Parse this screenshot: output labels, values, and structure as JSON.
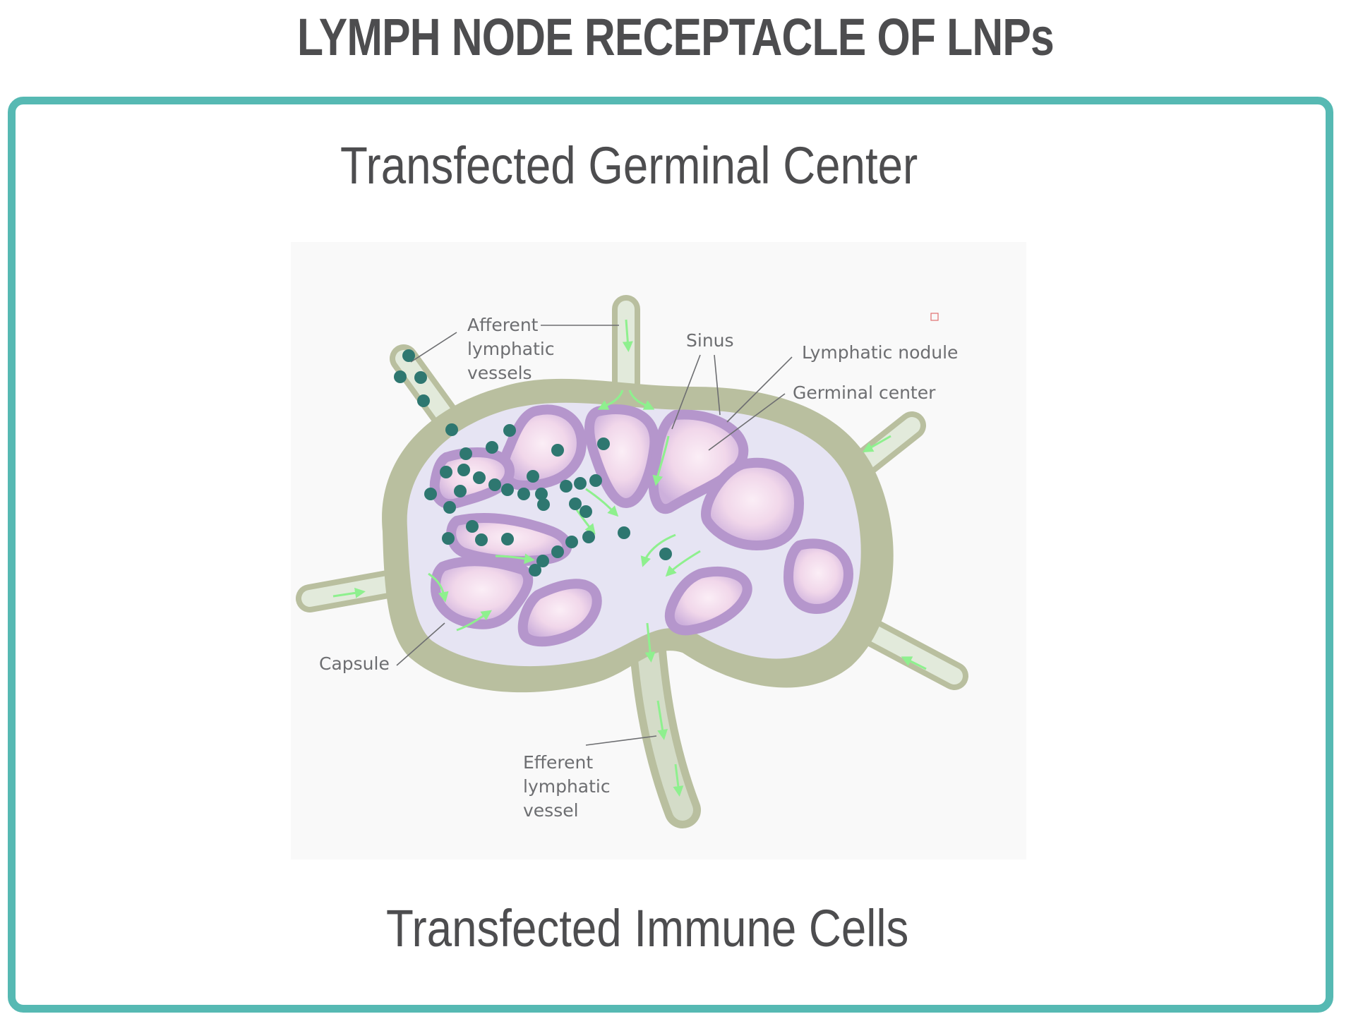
{
  "title": "LYMPH NODE RECEPTACLE OF LNPs",
  "caption_top": "Transfected Germinal Center",
  "caption_bottom": "Transfected Immune Cells",
  "diagram": {
    "labels": {
      "afferent": [
        "Afferent",
        "lymphatic",
        "vessels"
      ],
      "sinus": "Sinus",
      "lymphatic_nodule": "Lymphatic nodule",
      "germinal_center": "Germinal center",
      "capsule": "Capsule",
      "efferent": [
        "Efferent",
        "lymphatic",
        "vessel"
      ]
    }
  },
  "colors": {
    "frame": "#56b9b3",
    "title": "#4d4d4f",
    "capsule": "#b9bf9f",
    "sinus": "#e6e4f3",
    "nodule": "#b596cc",
    "germinal": "#f1d7ea",
    "flow_arrow": "#8ef08e",
    "lnp_dot": "#2e7770"
  }
}
